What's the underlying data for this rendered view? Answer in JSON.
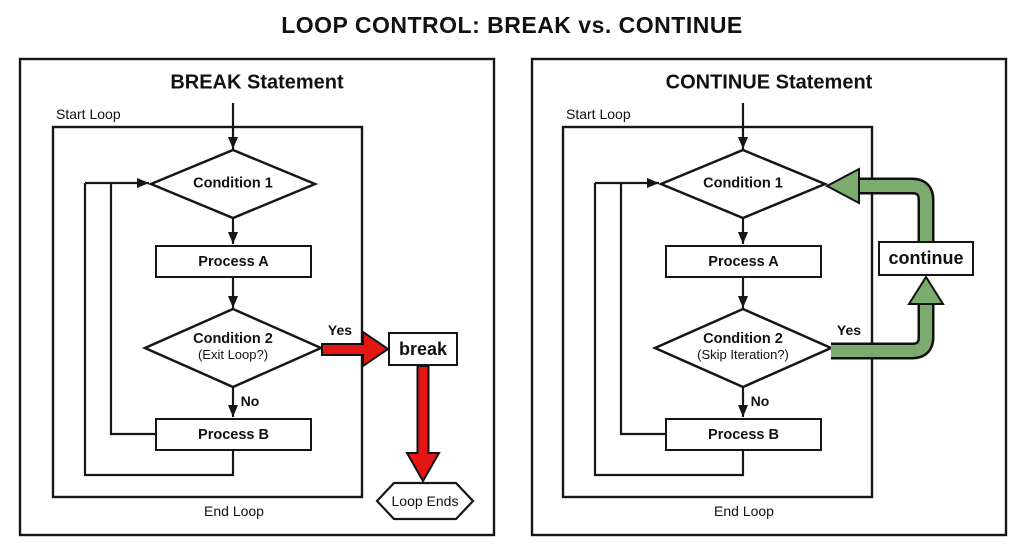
{
  "title": "LOOP CONTROL: BREAK vs. CONTINUE",
  "colors": {
    "break_arrow": "#e51712",
    "continue_arrow": "#7cab70",
    "line": "#161616",
    "background": "#ffffff"
  },
  "panels": {
    "break": {
      "heading": "BREAK Statement",
      "loop_start_label": "Start Loop",
      "loop_end_label": "End Loop",
      "condition1_label": "Condition 1",
      "process_a_label": "Process A",
      "condition2_label": "Condition 2",
      "condition2_sub_label": "(Exit Loop?)",
      "yes_label": "Yes",
      "no_label": "No",
      "process_b_label": "Process B",
      "keyword_label": "break",
      "terminator_label": "Loop Ends"
    },
    "continue": {
      "heading": "CONTINUE Statement",
      "loop_start_label": "Start Loop",
      "loop_end_label": "End Loop",
      "condition1_label": "Condition 1",
      "process_a_label": "Process A",
      "condition2_label": "Condition 2",
      "condition2_sub_label": "(Skip Iteration?)",
      "yes_label": "Yes",
      "no_label": "No",
      "process_b_label": "Process B",
      "keyword_label": "continue"
    }
  }
}
